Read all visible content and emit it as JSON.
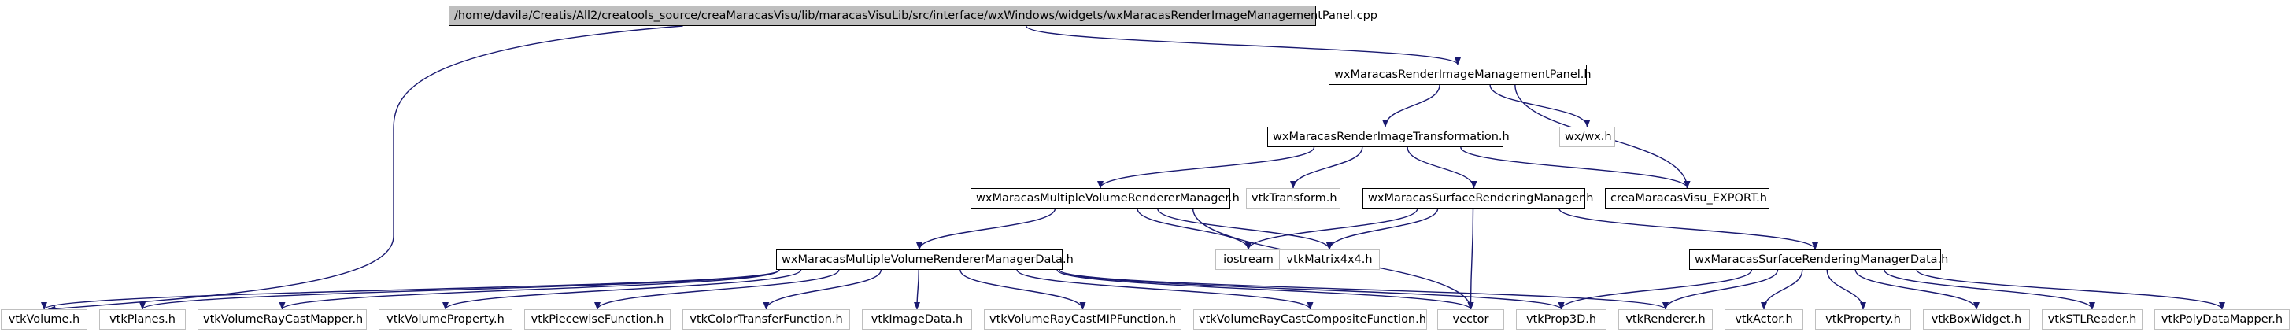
{
  "colors": {
    "edge": "#191970",
    "root_fill": "#bfbfbf",
    "ext_border": "#bfbfbf",
    "box_border": "#000000"
  },
  "nodes": {
    "root": "/home/davila/Creatis/All2/creatools_source/creaMaracasVisu/lib/maracasVisuLib/src/interface/wxWindows/widgets/wxMaracasRenderImageManagementPanel.cpp",
    "panel_h": "wxMaracasRenderImageManagementPanel.h",
    "wx_h": "wx/wx.h",
    "transformation_h": "wxMaracasRenderImageTransformation.h",
    "multi_vol_manager_h": "wxMaracasMultipleVolumeRendererManager.h",
    "vtktransform_h": "vtkTransform.h",
    "surface_manager_h": "wxMaracasSurfaceRenderingManager.h",
    "export_h": "creaMaracasVisu_EXPORT.h",
    "multi_vol_data_h": "wxMaracasMultipleVolumeRendererManagerData.h",
    "iostream": "iostream",
    "vtkmatrix_h": "vtkMatrix4x4.h",
    "surface_data_h": "wxMaracasSurfaceRenderingManagerData.h",
    "vtkvolume_h": "vtkVolume.h",
    "vtkplanes_h": "vtkPlanes.h",
    "vtkraycastmapper_h": "vtkVolumeRayCastMapper.h",
    "vtkvolumeproperty_h": "vtkVolumeProperty.h",
    "vtkpiecewise_h": "vtkPiecewiseFunction.h",
    "vtkcolortransfer_h": "vtkColorTransferFunction.h",
    "vtkimagedata_h": "vtkImageData.h",
    "vtkmip_h": "vtkVolumeRayCastMIPFunction.h",
    "vtkcomposite_h": "vtkVolumeRayCastCompositeFunction.h",
    "vector": "vector",
    "vtkprop3d_h": "vtkProp3D.h",
    "vtkrenderer_h": "vtkRenderer.h",
    "vtkactor_h": "vtkActor.h",
    "vtkproperty_h": "vtkProperty.h",
    "vtkboxwidget_h": "vtkBoxWidget.h",
    "vtkstlreader_h": "vtkSTLReader.h",
    "vtkpolydatamapper_h": "vtkPolyDataMapper.h"
  },
  "edges": [
    [
      "root",
      "panel_h"
    ],
    [
      "root",
      "vtkvolume_h"
    ],
    [
      "panel_h",
      "transformation_h"
    ],
    [
      "panel_h",
      "wx_h"
    ],
    [
      "panel_h",
      "export_h"
    ],
    [
      "transformation_h",
      "multi_vol_manager_h"
    ],
    [
      "transformation_h",
      "vtktransform_h"
    ],
    [
      "transformation_h",
      "surface_manager_h"
    ],
    [
      "transformation_h",
      "export_h"
    ],
    [
      "multi_vol_manager_h",
      "multi_vol_data_h"
    ],
    [
      "multi_vol_manager_h",
      "iostream"
    ],
    [
      "multi_vol_manager_h",
      "vtkmatrix_h"
    ],
    [
      "multi_vol_manager_h",
      "vector"
    ],
    [
      "surface_manager_h",
      "iostream"
    ],
    [
      "surface_manager_h",
      "vtkmatrix_h"
    ],
    [
      "surface_manager_h",
      "vector"
    ],
    [
      "surface_manager_h",
      "surface_data_h"
    ],
    [
      "multi_vol_data_h",
      "vtkvolume_h"
    ],
    [
      "multi_vol_data_h",
      "vtkplanes_h"
    ],
    [
      "multi_vol_data_h",
      "vtkraycastmapper_h"
    ],
    [
      "multi_vol_data_h",
      "vtkvolumeproperty_h"
    ],
    [
      "multi_vol_data_h",
      "vtkpiecewise_h"
    ],
    [
      "multi_vol_data_h",
      "vtkcolortransfer_h"
    ],
    [
      "multi_vol_data_h",
      "vtkimagedata_h"
    ],
    [
      "multi_vol_data_h",
      "vtkmip_h"
    ],
    [
      "multi_vol_data_h",
      "vtkcomposite_h"
    ],
    [
      "multi_vol_data_h",
      "vector"
    ],
    [
      "multi_vol_data_h",
      "vtkprop3d_h"
    ],
    [
      "multi_vol_data_h",
      "vtkrenderer_h"
    ],
    [
      "surface_data_h",
      "vtkprop3d_h"
    ],
    [
      "surface_data_h",
      "vtkrenderer_h"
    ],
    [
      "surface_data_h",
      "vtkactor_h"
    ],
    [
      "surface_data_h",
      "vtkproperty_h"
    ],
    [
      "surface_data_h",
      "vtkboxwidget_h"
    ],
    [
      "surface_data_h",
      "vtkstlreader_h"
    ],
    [
      "surface_data_h",
      "vtkpolydatamapper_h"
    ]
  ]
}
